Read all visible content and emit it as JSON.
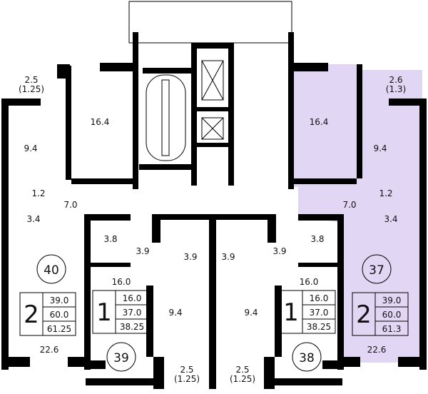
{
  "colors": {
    "wall": "#000000",
    "highlight": "#e2d6f5",
    "background": "#ffffff"
  },
  "apartments": [
    {
      "number": "40",
      "rooms": "2",
      "areas": [
        "39.0",
        "60.0",
        "61.25"
      ],
      "spaces": {
        "balcony": "2.5",
        "balcony_reduced": "(1.25)",
        "living": "16.4",
        "kitchen": "9.4",
        "wc": "1.2",
        "hall": "7.0",
        "bath": "3.4",
        "bedroom": "22.6"
      }
    },
    {
      "number": "39",
      "rooms": "1",
      "areas": [
        "16.0",
        "37.0",
        "38.25"
      ],
      "spaces": {
        "storage": "3.8",
        "hall": "3.9",
        "bath": "3.9",
        "room": "16.0",
        "kitchen": "9.4",
        "balcony": "2.5",
        "balcony_reduced": "(1.25)"
      }
    },
    {
      "number": "38",
      "rooms": "1",
      "areas": [
        "16.0",
        "37.0",
        "38.25"
      ],
      "spaces": {
        "storage": "3.8",
        "hall": "3.9",
        "bath": "3.9",
        "room": "16.0",
        "kitchen": "9.4",
        "balcony": "2.5",
        "balcony_reduced": "(1.25)"
      }
    },
    {
      "number": "37",
      "rooms": "2",
      "areas": [
        "39.0",
        "60.0",
        "61.3"
      ],
      "spaces": {
        "balcony": "2.6",
        "balcony_reduced": "(1.3)",
        "living": "16.4",
        "kitchen": "9.4",
        "wc": "1.2",
        "hall": "7.0",
        "bath": "3.4",
        "bedroom": "22.6"
      }
    }
  ]
}
